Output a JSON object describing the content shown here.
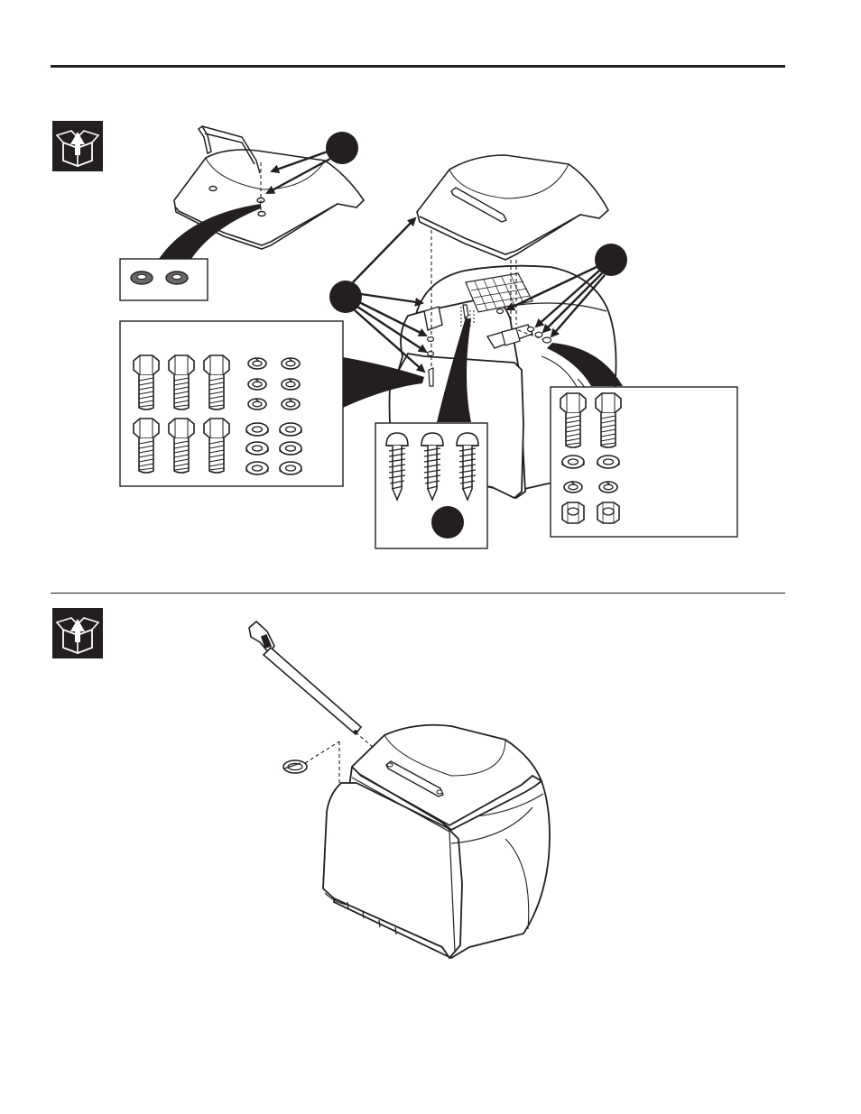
{
  "colors": {
    "ink": "#231f20",
    "paper": "#ffffff"
  },
  "sections": [
    {
      "icon": "open-parts-box-icon",
      "callouts": 3,
      "parts_boxes": {
        "washer_box": {
          "washers": 2
        },
        "bolt_box": {
          "hex_bolts": 6,
          "lock_washers": 6,
          "flat_washers": 6
        },
        "screw_box": {
          "self_tapping_screws": 3,
          "callouts": 1
        },
        "right_box": {
          "hex_bolts": 2,
          "flat_washers": 2,
          "lock_washers": 2,
          "hex_nuts": 2
        }
      }
    },
    {
      "icon": "open-parts-box-icon",
      "parts": [
        "handle-rod",
        "hair-pin-clip",
        "bagger-assembly"
      ]
    }
  ]
}
